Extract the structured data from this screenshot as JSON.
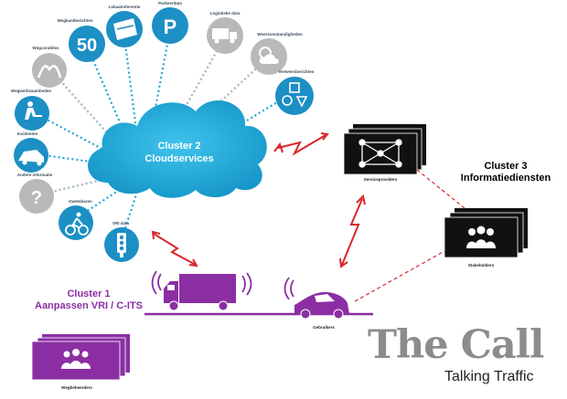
{
  "colors": {
    "cloud_blue": "#1ea7d6",
    "icon_blue": "#1c8fc4",
    "icon_grey": "#b9b9b9",
    "purple": "#8b2ea3",
    "red_arrow": "#d9262a",
    "black_panel": "#111111"
  },
  "cloud": {
    "line1": "Cluster 2",
    "line2": "Cloudservices"
  },
  "icons": [
    {
      "label": "Lokaalreferentie",
      "icon": "speed-map-icon",
      "active": true
    },
    {
      "label": "Parkeerdata",
      "icon": "parking-icon",
      "active": true
    },
    {
      "label": "Logistieke data",
      "icon": "truck-icon",
      "active": false
    },
    {
      "label": "Wegkantberichten",
      "icon": "speed-limit-icon",
      "active": true,
      "value": "50"
    },
    {
      "label": "Weersomstandigheden",
      "icon": "weather-icon",
      "active": false
    },
    {
      "label": "Wegcondities",
      "icon": "road-condition-icon",
      "active": false
    },
    {
      "label": "Verkeersberichten",
      "icon": "traffic-signs-icon",
      "active": true
    },
    {
      "label": "Wegwerkzaamheden",
      "icon": "roadworks-icon",
      "active": true
    },
    {
      "label": "Incidenten",
      "icon": "incident-icon",
      "active": true
    },
    {
      "label": "Andere informatie",
      "icon": "question-icon",
      "active": false
    },
    {
      "label": "Kwetsbaren",
      "icon": "cyclist-icon",
      "active": true
    },
    {
      "label": "VRI data",
      "icon": "traffic-light-icon",
      "active": true
    }
  ],
  "panels": {
    "service_providers": "Serviceproviders",
    "stakeholders": "Stakeholders",
    "road_authorities": "Wegbeheerders",
    "road_users": "Gebruikers"
  },
  "cluster1": {
    "line1": "Cluster 1",
    "line2": "Aanpassen VRI / C-ITS"
  },
  "cluster3": {
    "line1": "Cluster 3",
    "line2": "Informatiediensten"
  },
  "brand": {
    "title": "The Call",
    "subtitle": "Talking Traffic"
  }
}
